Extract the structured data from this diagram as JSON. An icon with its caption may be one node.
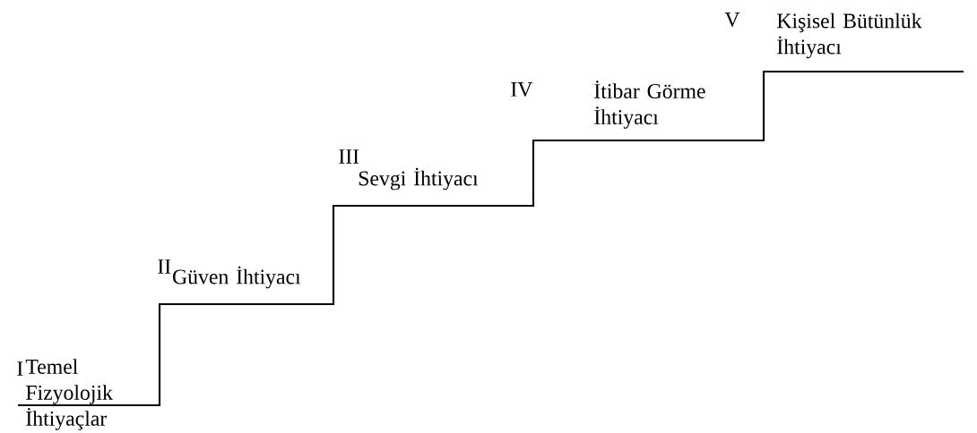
{
  "diagram": {
    "labels": [
      "I",
      "Temel Fizyolojik İhtiyaçlar",
      "II",
      "Güven İhtiyacı",
      "III",
      "Sevgi İhtiyacı",
      "IV",
      "İtibar Görme İhtiyacı",
      "V",
      "Kişisel Bütünlük İhtiyacı"
    ]
  }
}
